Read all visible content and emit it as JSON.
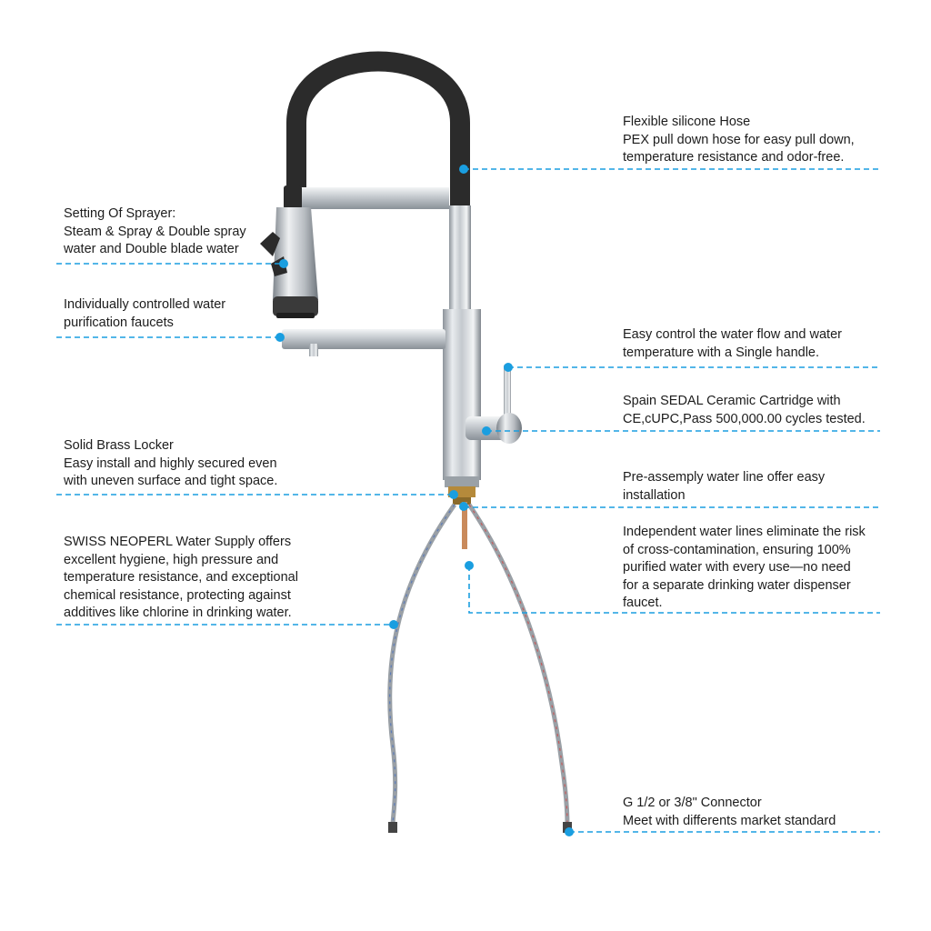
{
  "accent_color": "#1a9ee0",
  "hose_color": "#2b2b2b",
  "metal_color": "#c9ced3",
  "labels": {
    "hose": [
      "Flexible silicone Hose",
      "PEX pull down hose for easy pull down,",
      "temperature resistance and odor-free."
    ],
    "sprayer": [
      "Setting Of Sprayer:",
      "Steam & Spray & Double spray",
      "water and Double blade water"
    ],
    "purification": [
      "Individually controlled water",
      "purification faucets"
    ],
    "handle": [
      "Easy control the water flow and water",
      "temperature with a Single handle."
    ],
    "cartridge": [
      "Spain SEDAL Ceramic Cartridge with",
      "CE,cUPC,Pass 500,000.00 cycles tested."
    ],
    "locker": [
      "Solid Brass Locker",
      "Easy install and highly secured even",
      "with uneven surface and tight space."
    ],
    "preassembly": [
      "Pre-assemply water line offer easy",
      "installation"
    ],
    "supply": [
      "SWISS NEOPERL Water Supply offers",
      "excellent hygiene, high pressure and",
      "temperature resistance, and exceptional",
      "chemical resistance, protecting against",
      "additives like chlorine in drinking water."
    ],
    "independent": [
      "Independent water lines eliminate the risk",
      "of cross-contamination, ensuring 100%",
      "purified water with every use—no need",
      "for a separate drinking water dispenser",
      "faucet."
    ],
    "connector": [
      "G 1/2 or 3/8\" Connector",
      "Meet with differents market standard"
    ]
  }
}
